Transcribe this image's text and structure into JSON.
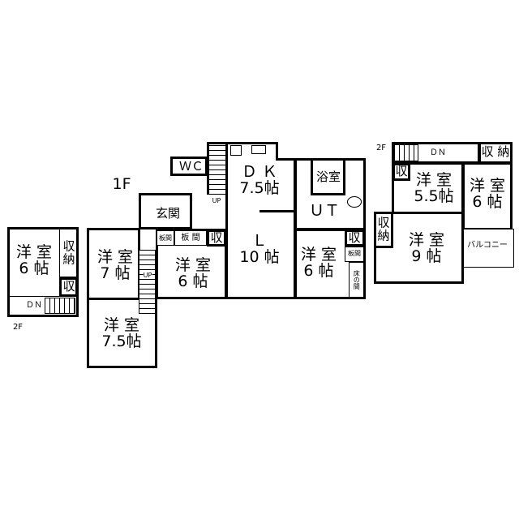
{
  "floor1": {
    "label": "1F",
    "rooms": {
      "western7": {
        "name": "洋 室",
        "size": "7 帖"
      },
      "western75": {
        "name": "洋 室",
        "size": "7.5帖"
      },
      "western6_mid": {
        "name": "洋 室",
        "size": "6 帖"
      },
      "western6_right": {
        "name": "洋 室",
        "size": "6 帖"
      },
      "entrance": "玄関",
      "wc": "ＷＣ",
      "dk": {
        "name": "Ｄ Ｋ",
        "size": "7.5帖"
      },
      "living": {
        "name": "Ｌ",
        "size": "10 帖"
      },
      "bath": "浴室",
      "utility": "ＵＴ",
      "wood_floor_small": "板間",
      "wood_floor": "板 間",
      "storage_mid": "収",
      "storage_right": "収",
      "wood_floor_right": "板間",
      "tokonoma": "床の間"
    },
    "stairs_up_1": "UP",
    "stairs_up_2": "UP"
  },
  "floor2_right": {
    "label": "2F",
    "down": "ＤＮ",
    "closet_top": "収 納",
    "closet_small": "収",
    "western55": {
      "name": "洋 室",
      "size": "5.5帖"
    },
    "western6": {
      "name": "洋 室",
      "size": "6 帖"
    },
    "western9": {
      "name": "洋 室",
      "size": "9 帖"
    },
    "closet_left": "収\n納",
    "balcony": "バルコニー"
  },
  "floor2_left": {
    "label": "2F",
    "western6": {
      "name": "洋 室",
      "size": "6 帖"
    },
    "closet": "収\n納",
    "closet_small": "収",
    "down": "ＤＮ"
  }
}
